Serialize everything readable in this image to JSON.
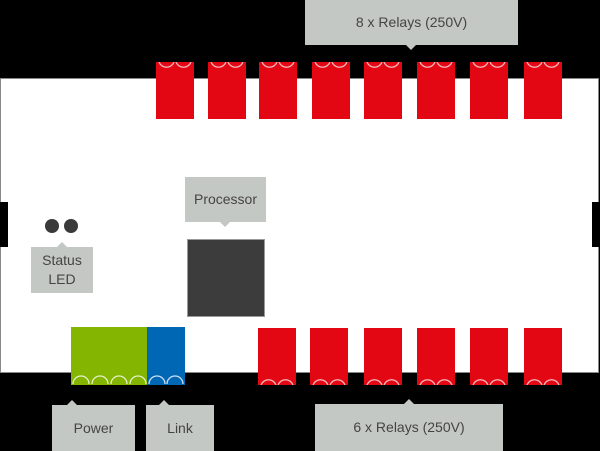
{
  "colors": {
    "relay": "#e30613",
    "power": "#84b500",
    "link": "#0067b4",
    "label_bg": "#c4c8c5",
    "processor": "#3c3c3c",
    "led": "#3a3a3a"
  },
  "labels": {
    "top_relays": "8 x Relays (250V)",
    "bottom_relays": "6 x Relays (250V)",
    "processor": "Processor",
    "status_led_line1": "Status",
    "status_led_line2": "LED",
    "power": "Power",
    "link": "Link"
  },
  "components": {
    "top_relay_count": 8,
    "bottom_relay_count": 6,
    "status_led_count": 2,
    "power_terminal_pins": 4,
    "link_terminal_pins": 2
  }
}
